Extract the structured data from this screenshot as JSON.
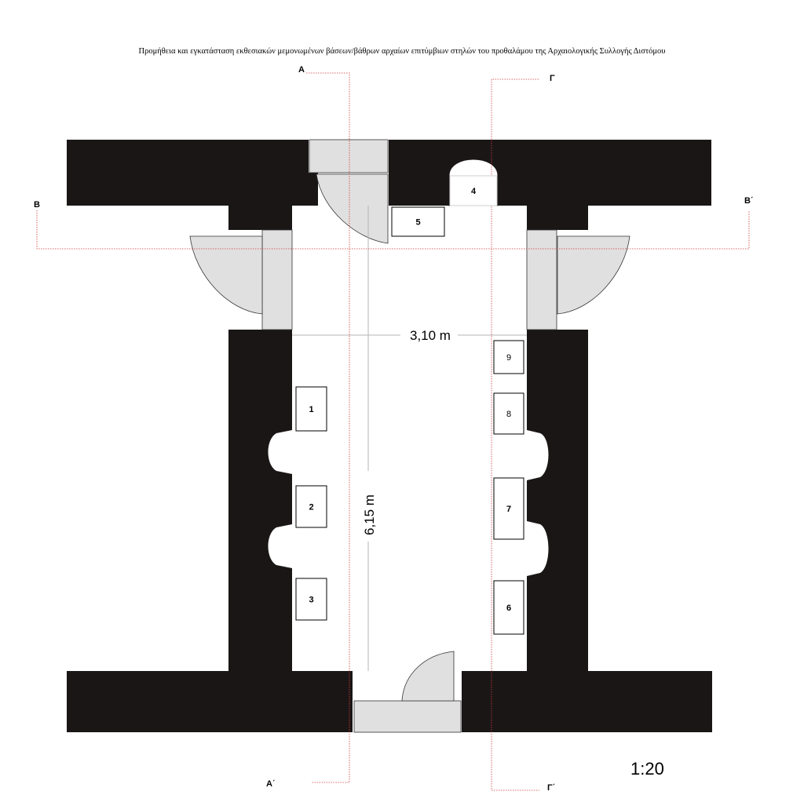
{
  "title": "Προμήθεια και εγκατάσταση εκθεσιακών μεμονωμένων βάσεων/βάθρων αρχαίων επιτύμβιων στηλών του προθαλάμου της Αρχαιολογικής Συλλογής Διστόμου",
  "section_labels": {
    "a_top": "A",
    "a_bottom": "A΄",
    "g_top": "Γ",
    "g_bottom": "Γ΄",
    "b_left": "B",
    "b_right": "B΄"
  },
  "dimensions": {
    "width": "3,10 m",
    "length": "6,15 m"
  },
  "bases": [
    "1",
    "2",
    "3",
    "4",
    "5",
    "6",
    "7",
    "8",
    "9"
  ],
  "scale": "1:20",
  "colors": {
    "wall": "#1a1616",
    "door": "#e0e0e0",
    "section_line": "#d23a3a",
    "dim_line": "#b5b5b5"
  }
}
